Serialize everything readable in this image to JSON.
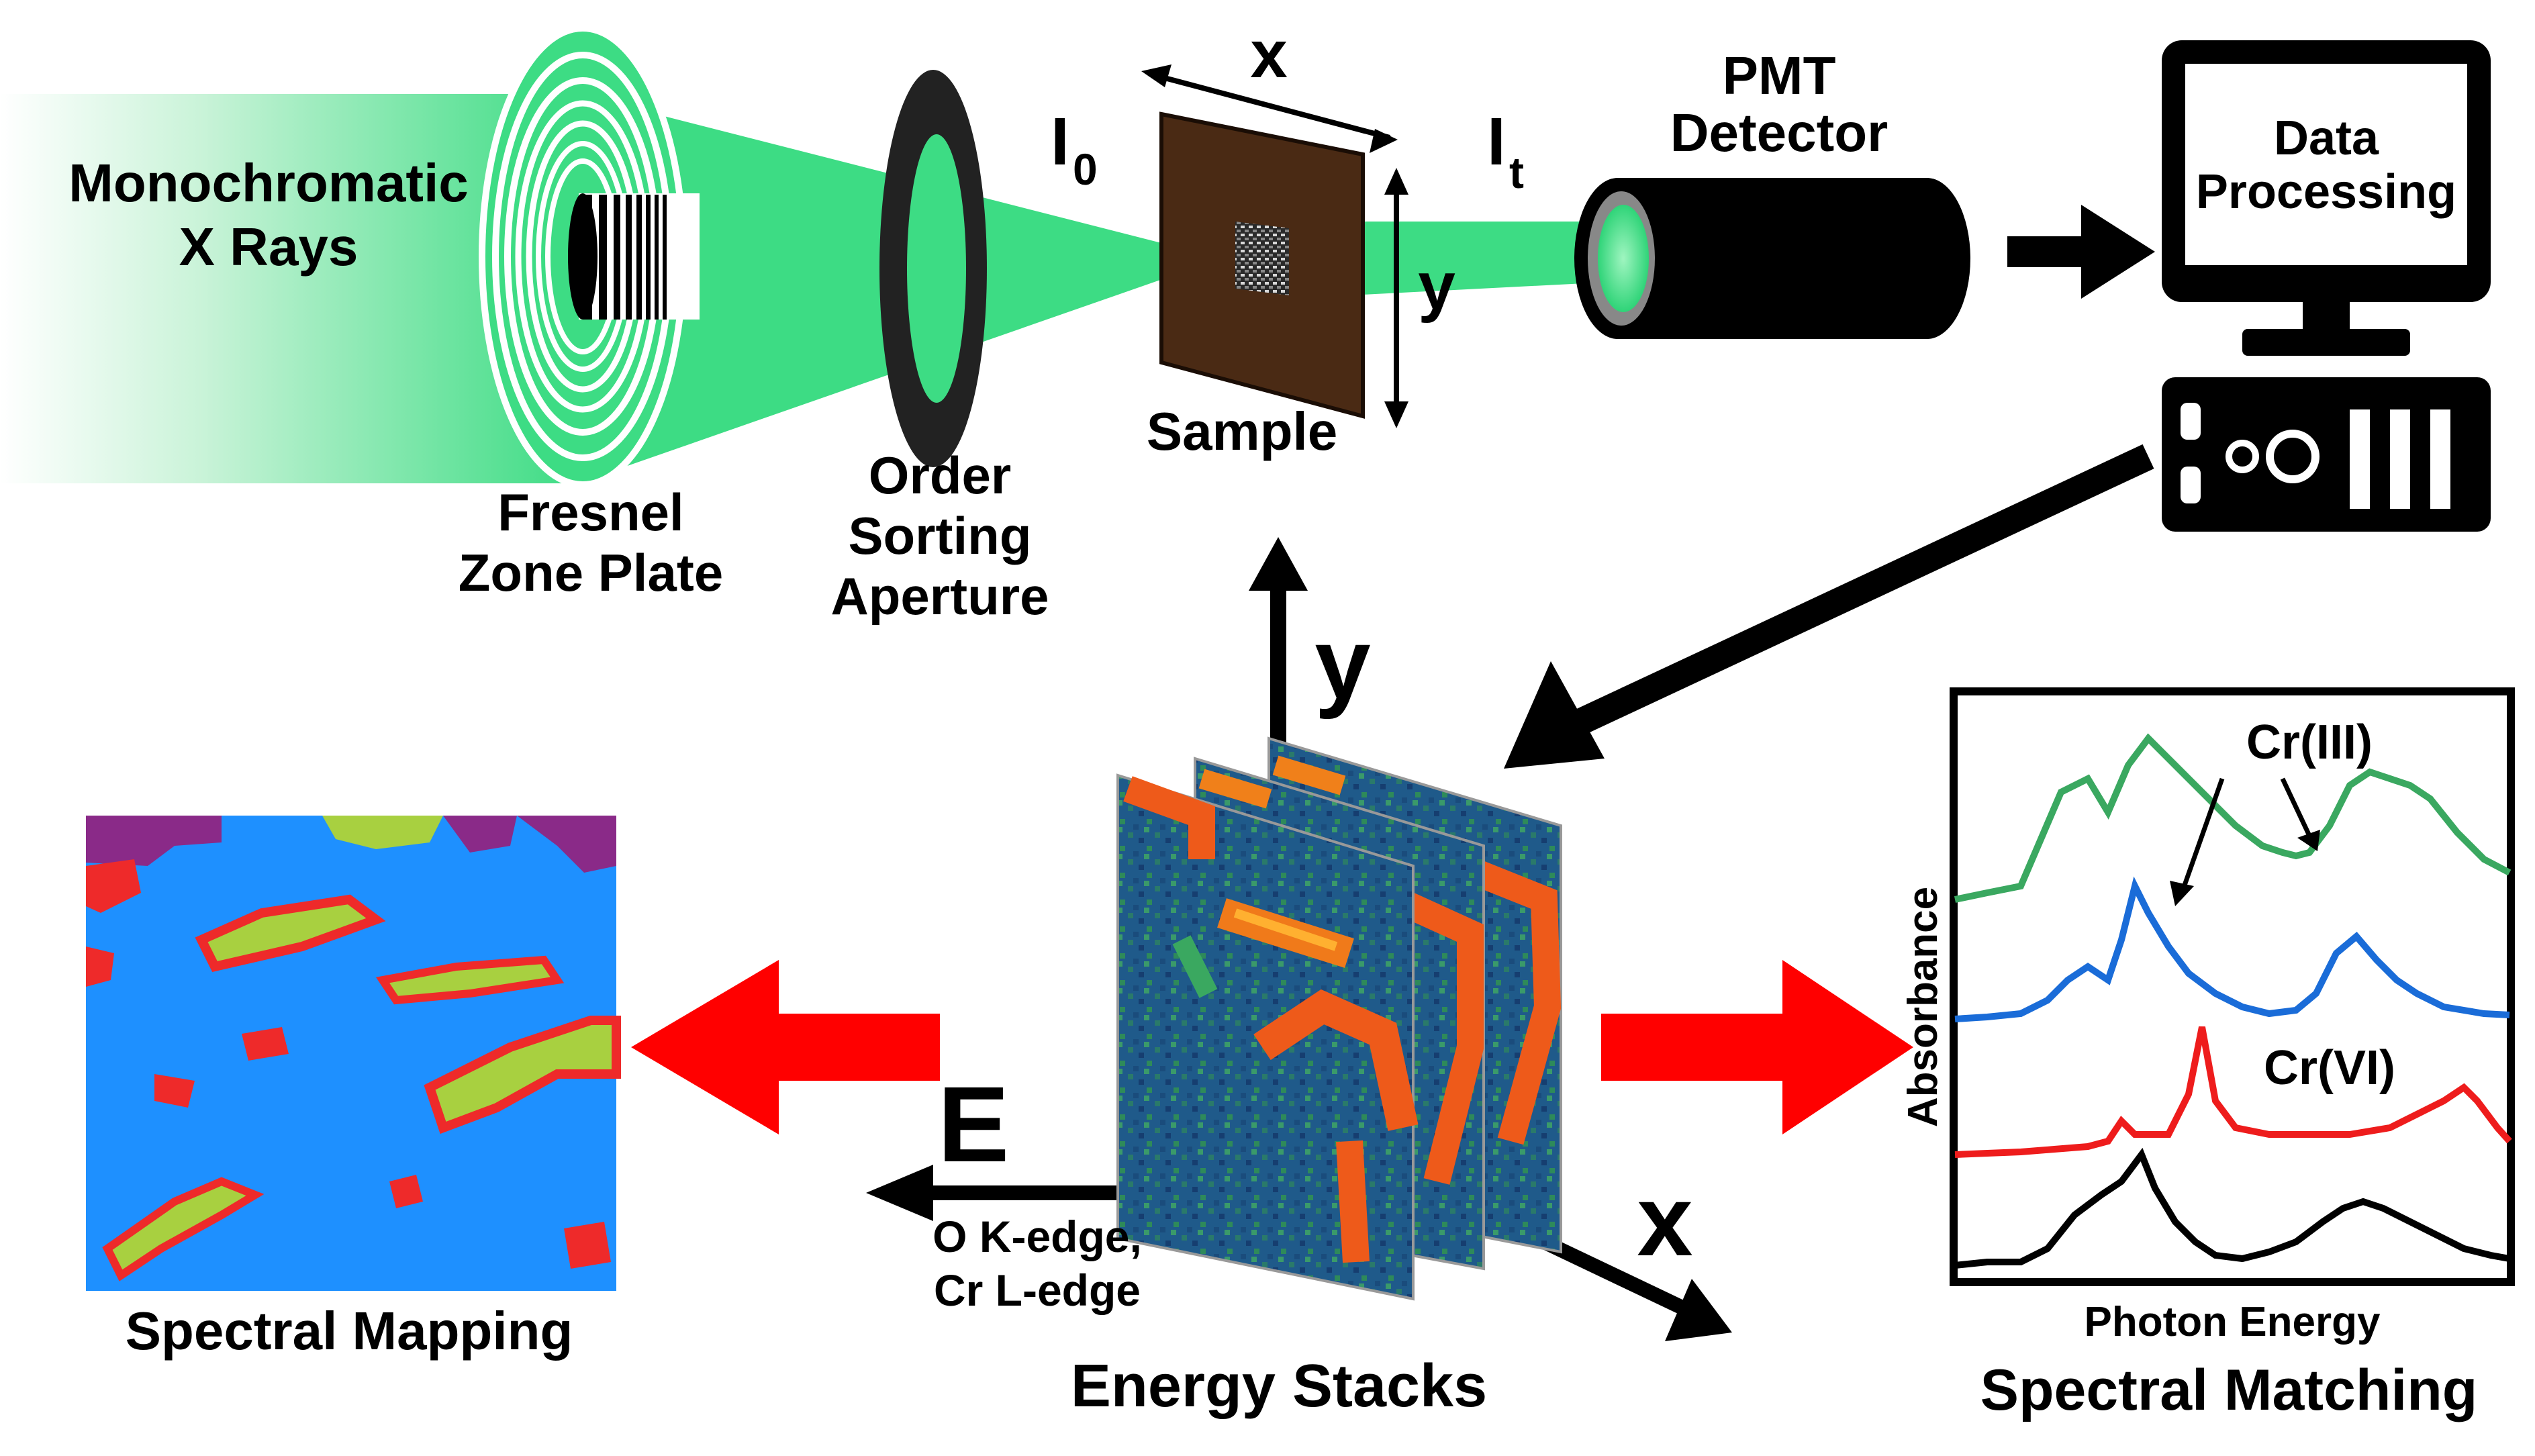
{
  "labels": {
    "source": [
      "Monochromatic",
      "X Rays"
    ],
    "zone_plate": [
      "Fresnel",
      "Zone Plate"
    ],
    "aperture": [
      "Order",
      "Sorting",
      "Aperture"
    ],
    "i0_main": "I",
    "i0_sub": "0",
    "sample_x": "x",
    "sample_y": "y",
    "sample": "Sample",
    "it_main": "I",
    "it_sub": "t",
    "detector": [
      "PMT",
      "Detector"
    ],
    "computer_screen": [
      "Data",
      "Processing"
    ],
    "stack_y": "y",
    "stack_x": "x",
    "stack_e": "E",
    "edges": [
      "O K-edge,",
      "Cr L-edge"
    ],
    "energy_stacks": "Energy Stacks",
    "spectral_mapping": "Spectral Mapping",
    "spectral_matching": "Spectral Matching",
    "plot_xlabel": "Photon Energy",
    "plot_ylabel": "Absorbance",
    "cr3": "Cr(III)",
    "cr6": "Cr(VI)"
  },
  "colors": {
    "beam": "#3ddc84",
    "sample": "#4a2a14",
    "arrow_red": "#ff0000",
    "map_blue": "#1e90ff",
    "map_green": "#a8d040",
    "map_red": "#ee2a2a",
    "map_purple": "#8a2a88",
    "spec_green": "#3aa860",
    "spec_blue": "#1a6cd8",
    "spec_red": "#ee1c1c",
    "spec_black": "#000000"
  }
}
